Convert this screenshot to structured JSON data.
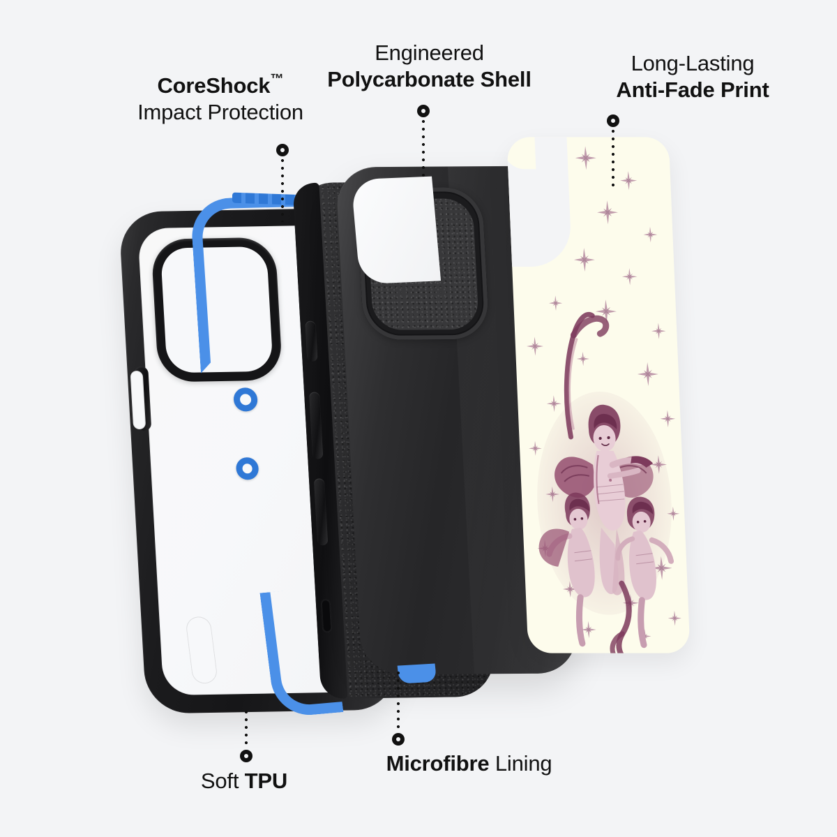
{
  "meta": {
    "background_color": "#f3f4f6",
    "text_color": "#111111",
    "accent_blue": "#4b90e8",
    "accent_blue_dark": "#2f78d6",
    "shell_black": "#2b2b2d",
    "print_cream": "#fdfcec",
    "print_ink": "#7d3a5c"
  },
  "callouts": {
    "coreshock": {
      "line1_bold": "CoreShock",
      "trademark": "™",
      "line2_regular": "Impact Protection"
    },
    "polycarbonate": {
      "line1_regular": "Engineered",
      "line2_bold": "Polycarbonate Shell"
    },
    "antifade": {
      "line1_regular": "Long-Lasting",
      "line2_bold": "Anti-Fade Print"
    },
    "tpu": {
      "regular": "Soft ",
      "bold": "TPU"
    },
    "microfibre": {
      "bold": "Microfibre",
      "regular": " Lining"
    }
  },
  "layers": [
    {
      "id": "tpu-bumper",
      "name": "Soft TPU bumper frame with blue CoreShock accent"
    },
    {
      "id": "microfibre",
      "name": "Microfibre lining interior"
    },
    {
      "id": "pc-shell",
      "name": "Engineered polycarbonate shell"
    },
    {
      "id": "print",
      "name": "Long-lasting anti-fade printed insert"
    }
  ],
  "artwork": {
    "description": "Toile-style cherub illustration with scattered four-point sparkles",
    "ink_color": "#7d3a5c",
    "ink_light": "#9c5a78",
    "sparkle_color": "#bb93a6",
    "background": "#fdfcec"
  }
}
